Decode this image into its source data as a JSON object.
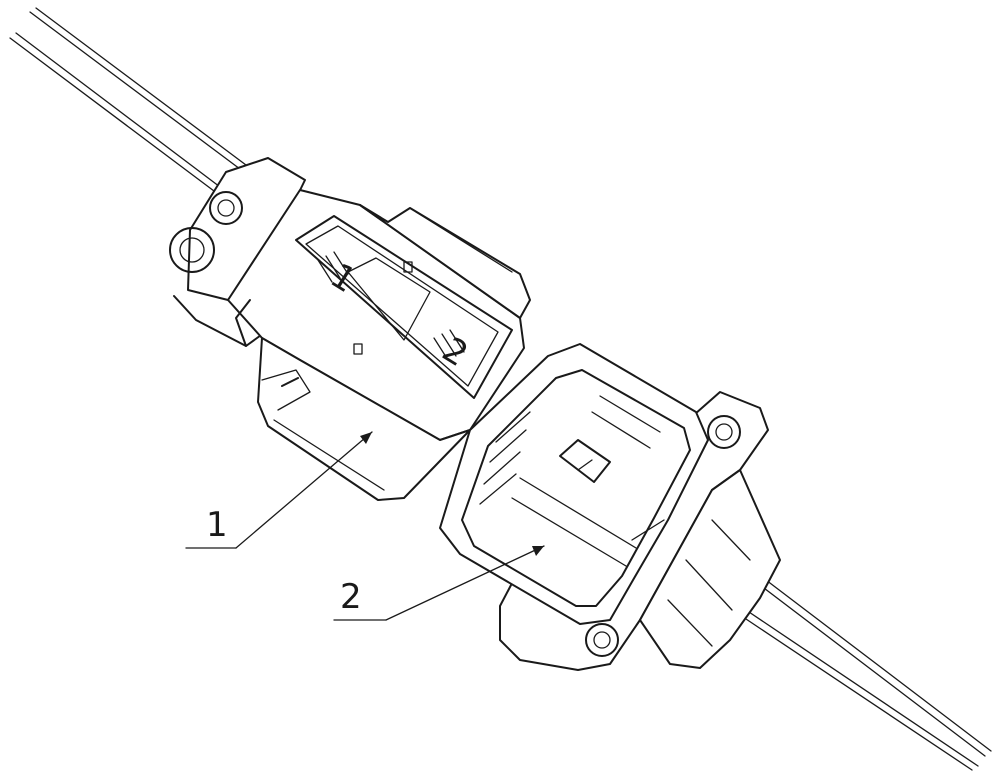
{
  "figure": {
    "callouts": [
      {
        "id": "1",
        "label": "1"
      },
      {
        "id": "2",
        "label": "2"
      }
    ],
    "part_marks": {
      "mark_a": "1",
      "mark_b": "2"
    },
    "colors": {
      "line": "#1a1a1a",
      "background": "#ffffff"
    }
  }
}
